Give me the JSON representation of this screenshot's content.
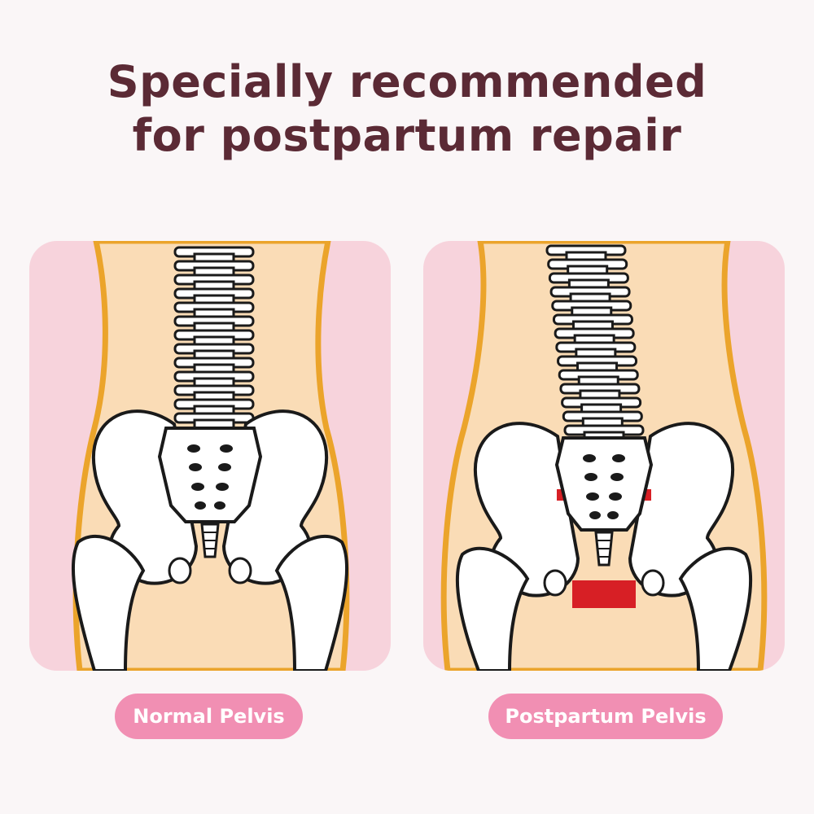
{
  "headline": {
    "line1": "Specially recommended",
    "line2": "for postpartum repair"
  },
  "panels": [
    {
      "label": "Normal Pelvis",
      "variant": "normal",
      "icon": "pelvis-normal-illustration"
    },
    {
      "label": "Postpartum Pelvis",
      "variant": "postpartum",
      "icon": "pelvis-postpartum-illustration"
    }
  ],
  "colors": {
    "title": "#5b2a35",
    "panel_bg": "#f7d3dc",
    "body_fill": "#fadcb6",
    "body_outline": "#eba42b",
    "bone": "#ffffff",
    "outline": "#1a1a1a",
    "gap_highlight": "#d71f25",
    "pill": "#f18fb3"
  }
}
